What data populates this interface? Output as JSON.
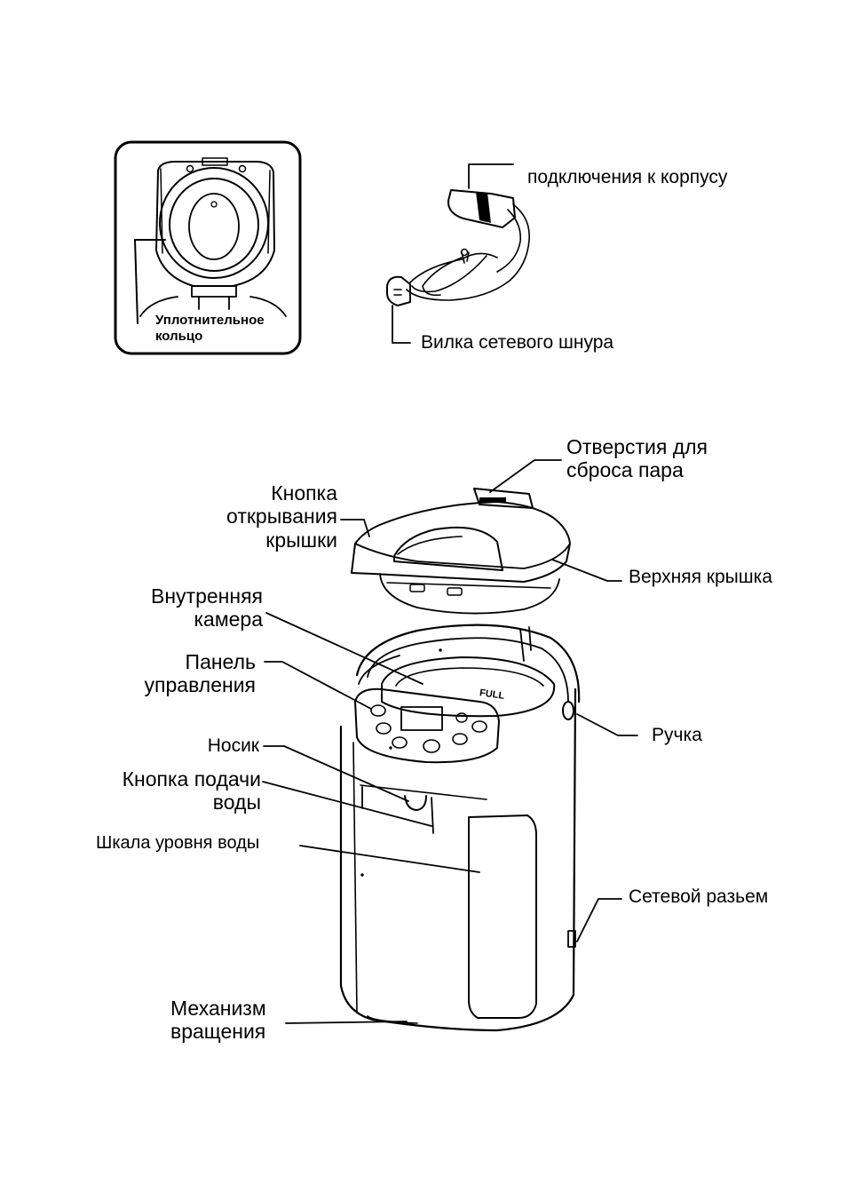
{
  "inset": {
    "gasket_label": "Уплотнительное кольцо"
  },
  "cord": {
    "connector_label": "подключения к корпусу",
    "plug_label": "Вилка сетевого шнура"
  },
  "labels": {
    "steam_vent": "Отверстия для сброса пара",
    "lid_button": "Кнопка открывания крышки",
    "top_lid": "Верхняя крышка",
    "inner_chamber": "Внутренняя камера",
    "control_panel": "Панель управления",
    "handle": "Ручка",
    "spout": "Носик",
    "dispense_button": "Кнопка подачи воды",
    "water_scale": "Шкала уровня воды",
    "power_socket": "Сетевой разьем",
    "rotation_base": "Механизм вращения"
  },
  "body_marking": "FULL"
}
